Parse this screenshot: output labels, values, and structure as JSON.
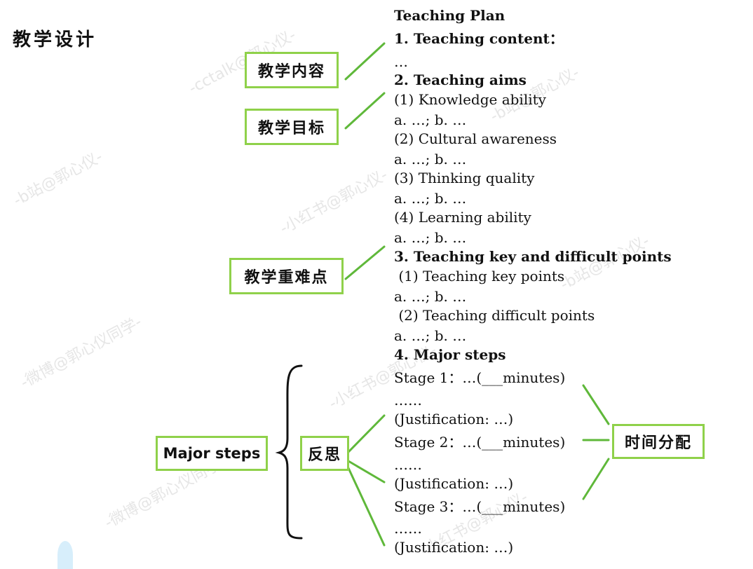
{
  "page_title": "教学设计",
  "tags": {
    "content": "教学内容",
    "aims": "教学目标",
    "key_points": "教学重难点",
    "major_steps": "Major steps",
    "reflection": "反思",
    "time_allocation": "时间分配"
  },
  "plan_lines": [
    "Teaching Plan",
    "1. Teaching content：",
    "…",
    "2. Teaching aims",
    "(1) Knowledge ability",
    "a. …; b. …",
    "(2) Cultural awareness",
    "a. …; b. …",
    "(3) Thinking quality",
    "a. …; b. …",
    "(4) Learning ability",
    "a. …; b. …",
    "3. Teaching key and difficult points",
    " (1) Teaching key points",
    "a. …; b. …",
    " (2) Teaching difficult points",
    "a. …; b. …",
    "4. Major steps",
    "Stage 1：…(___minutes)",
    "……",
    "(Justification: …)",
    "Stage 2：…(___minutes)",
    "……",
    "(Justification: …)",
    "Stage 3：…(___minutes)",
    "……",
    "(Justification: …)"
  ],
  "watermarks": [
    "-cctalk@郭心仪-",
    "-b站@郭心仪-",
    "-小红书@郭心仪-",
    "-b站@郭心仪-",
    "-微博@郭心仪同学-",
    "-小红书@郭心仪-",
    "-b站@郭心仪-",
    "-微博@郭心仪同学-",
    "-小红书@郭心仪-"
  ],
  "colors": {
    "tag_border": "#8fd14a",
    "connector": "#5fb83a",
    "brace": "#111111",
    "watermark": "#e6e6e6"
  }
}
